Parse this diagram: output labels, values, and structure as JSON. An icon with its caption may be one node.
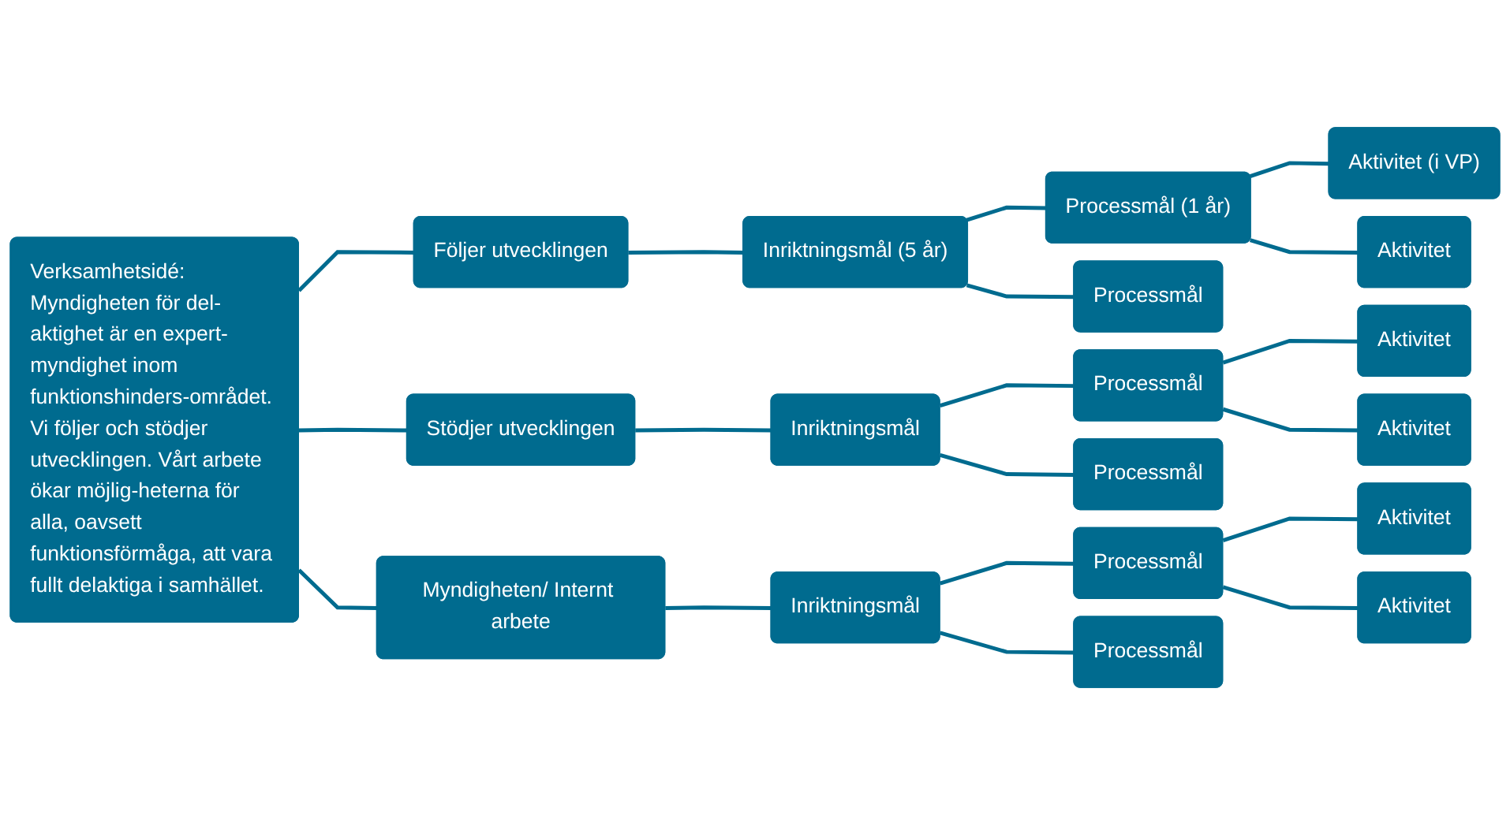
{
  "diagram": {
    "nodes": [
      {
        "text": [
          "Verksamhetsidé:",
          "Myndigheten för del-aktighet är en expert-myndighet inom funktionshinders-området. Vi följer och stödjer utvecklingen. Vårt arbete ökar möjlig-heterna för alla, oavsett funktionsförmåga, att vara fullt delaktiga i samhället."
        ]
      },
      {
        "text": [
          "Följer utvecklingen"
        ]
      },
      {
        "text": [
          "Inriktningsmål (5 år)"
        ]
      },
      {
        "text": [
          "Processmål (1 år)"
        ]
      },
      {
        "text": [
          "Aktivitet (i VP)"
        ]
      },
      {
        "text": [
          "Aktivitet"
        ]
      },
      {
        "text": [
          "Processmål"
        ]
      },
      {
        "text": [
          "Stödjer utvecklingen"
        ]
      },
      {
        "text": [
          "Inriktningsmål"
        ]
      },
      {
        "text": [
          "Processmål"
        ]
      },
      {
        "text": [
          "Aktivitet"
        ]
      },
      {
        "text": [
          "Aktivitet"
        ]
      },
      {
        "text": [
          "Processmål"
        ]
      },
      {
        "text": [
          "Myndigheten/ Internt arbete"
        ]
      },
      {
        "text": [
          "Inriktningsmål"
        ]
      },
      {
        "text": [
          "Processmål"
        ]
      },
      {
        "text": [
          "Aktivitet"
        ]
      },
      {
        "text": [
          "Aktivitet"
        ]
      },
      {
        "text": [
          "Processmål"
        ]
      }
    ],
    "edges": [
      {
        "from": 0,
        "to": 1,
        "arrow": "none"
      },
      {
        "from": 0,
        "to": 7,
        "arrow": "none"
      },
      {
        "from": 0,
        "to": 13,
        "arrow": "none"
      },
      {
        "from": 1,
        "to": 2,
        "arrow": "none"
      },
      {
        "from": 2,
        "to": 3,
        "arrow": "none"
      },
      {
        "from": 2,
        "to": 6,
        "arrow": "none"
      },
      {
        "from": 3,
        "to": 4,
        "arrow": "none"
      },
      {
        "from": 3,
        "to": 5,
        "arrow": "none"
      },
      {
        "from": 7,
        "to": 8,
        "arrow": "none"
      },
      {
        "from": 8,
        "to": 9,
        "arrow": "none"
      },
      {
        "from": 8,
        "to": 12,
        "arrow": "none"
      },
      {
        "from": 9,
        "to": 10,
        "arrow": "none"
      },
      {
        "from": 9,
        "to": 11,
        "arrow": "none"
      },
      {
        "from": 13,
        "to": 14,
        "arrow": "none"
      },
      {
        "from": 14,
        "to": 15,
        "arrow": "none"
      },
      {
        "from": 14,
        "to": 18,
        "arrow": "none"
      },
      {
        "from": 15,
        "to": 16,
        "arrow": "none"
      },
      {
        "from": 15,
        "to": 17,
        "arrow": "none"
      }
    ]
  }
}
